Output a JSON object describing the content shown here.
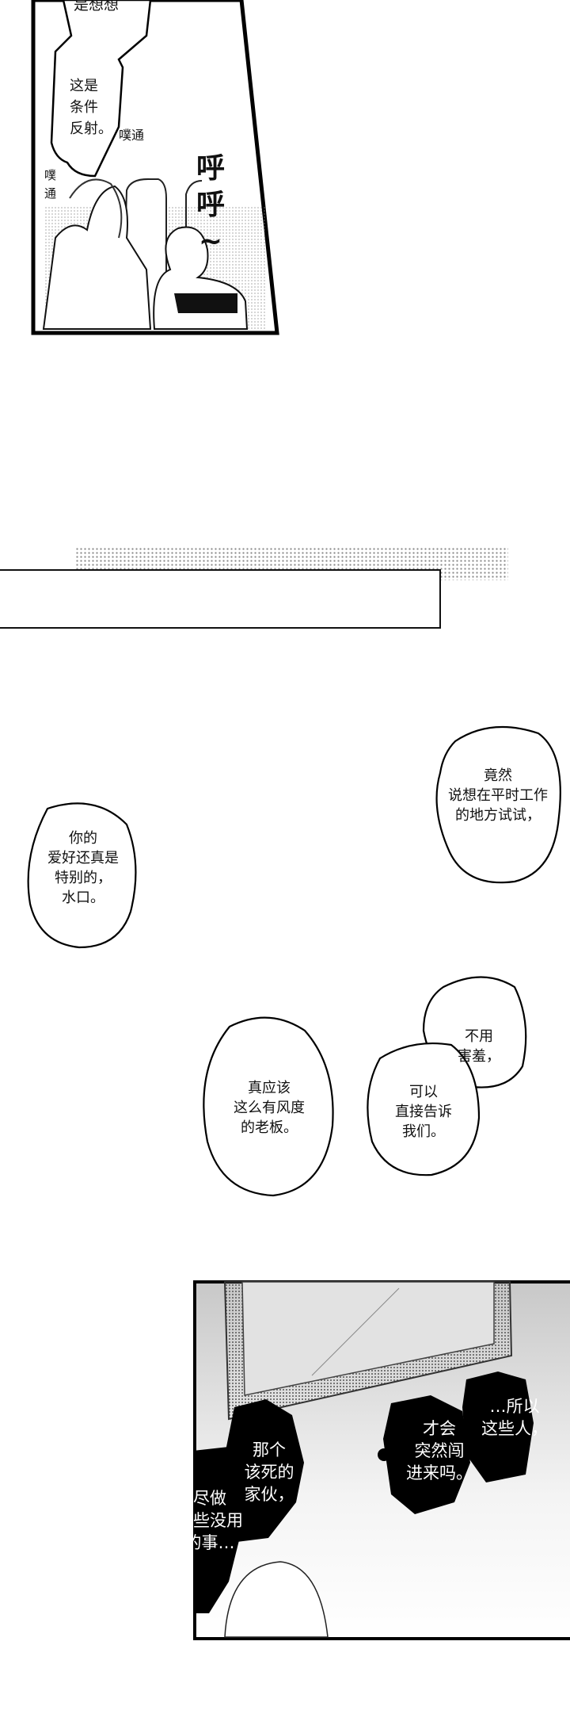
{
  "panel1": {
    "bubble_top_partial": "是想想",
    "bubble_main": "这是\n条件\n反射。",
    "sfx_heartbeat_1": "噗通",
    "sfx_heartbeat_2": "噗\n通",
    "sfx_snore": "呼\n呼\n~"
  },
  "bubbles": {
    "right_top": "竟然\n说想在平时工作\n的地方试试，",
    "left": "你的\n爱好还真是\n特别的，\n水口。",
    "right_a": "不用\n害羞，",
    "right_b": "可以\n直接告诉\n我们。",
    "center": "真应该\n这么有风度\n的老板。"
  },
  "panel2": {
    "dark_1": "…所以\n这些人，",
    "dark_2": "才会\n突然闯\n进来吗。",
    "dark_3": "那个\n该死的\n家伙，",
    "dark_4": "尽做\n一些没用\n的事…"
  }
}
